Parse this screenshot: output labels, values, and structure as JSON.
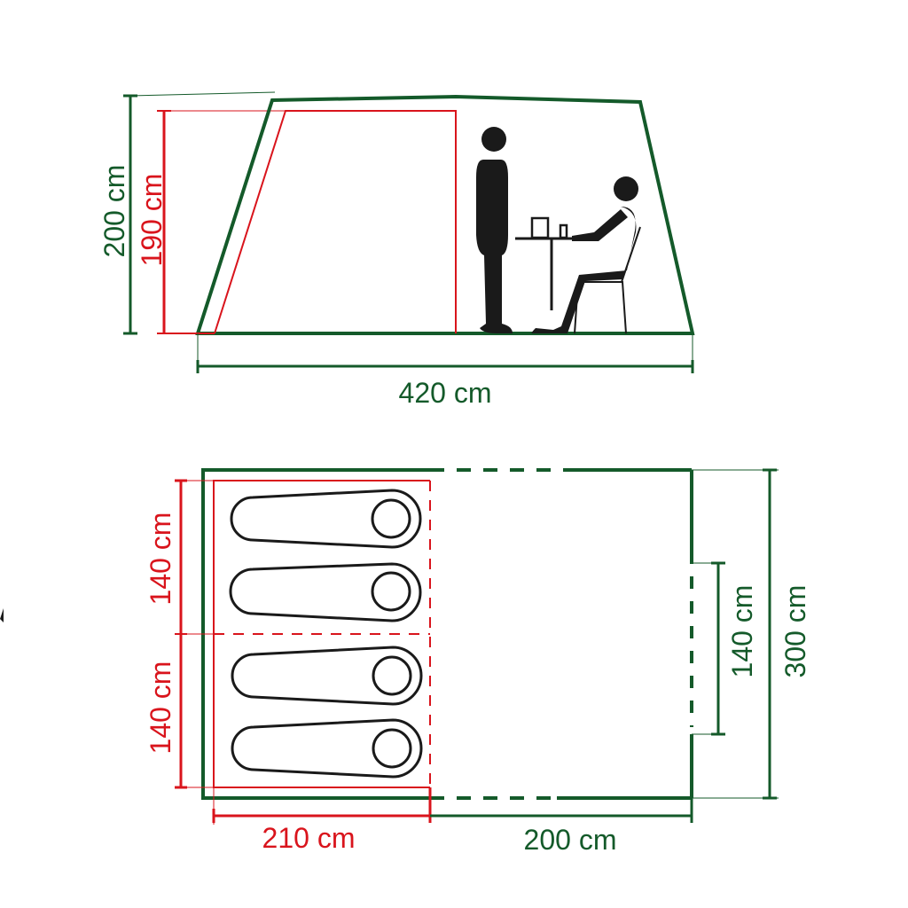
{
  "colors": {
    "tent_outline": "#145a2a",
    "inner_room": "#d9141c",
    "figures": "#1a1a1a",
    "background": "#ffffff"
  },
  "side_view": {
    "total_height_label": "200 cm",
    "inner_height_label": "190 cm",
    "length_label": "420 cm",
    "figures": [
      "standing-person",
      "seated-person",
      "table",
      "chair"
    ]
  },
  "floor_plan": {
    "bedroom_compartment_1_width_label": "140 cm",
    "bedroom_compartment_2_width_label": "140 cm",
    "bedroom_depth_label": "210 cm",
    "living_area_depth_label": "200 cm",
    "door_width_label": "140 cm",
    "total_width_label": "300 cm",
    "sleeping_bags": 4
  }
}
